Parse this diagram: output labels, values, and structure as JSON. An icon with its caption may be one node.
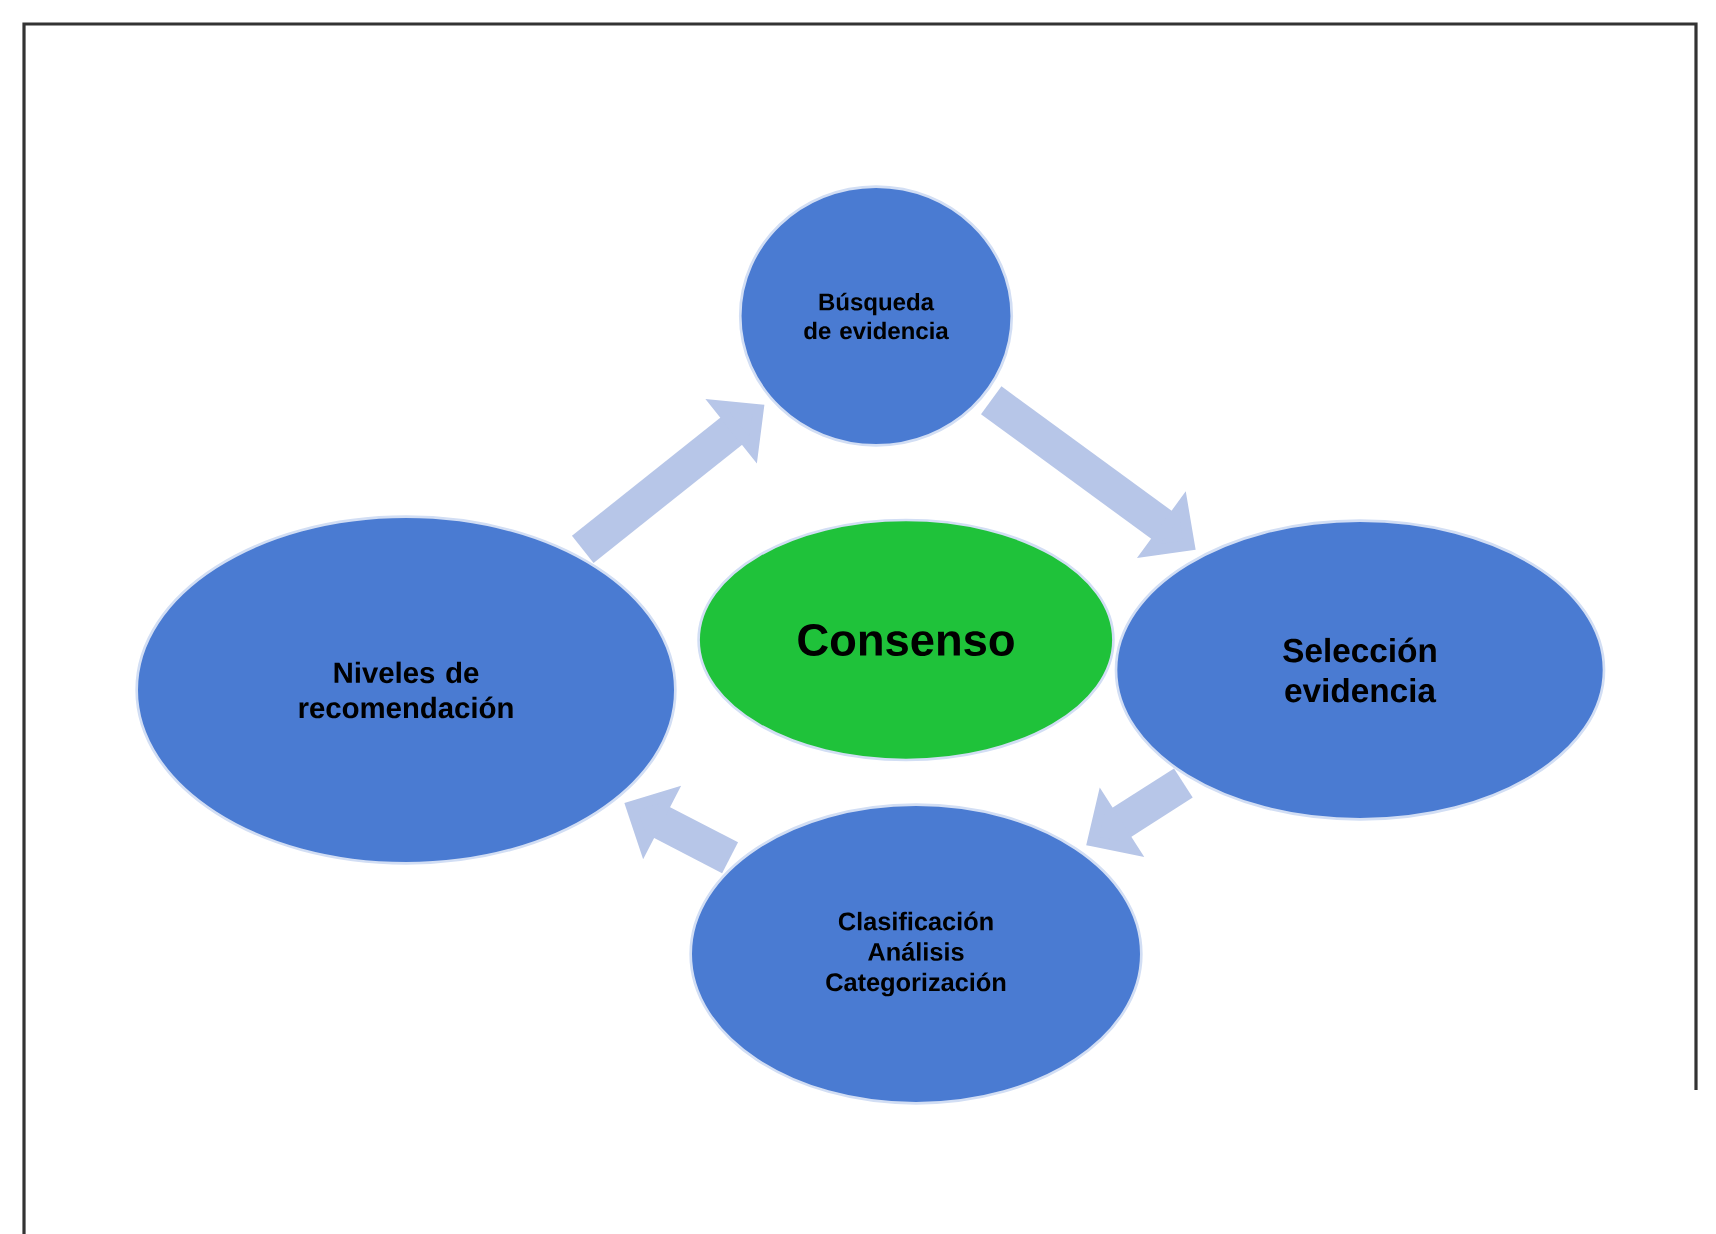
{
  "diagram": {
    "nodes": [
      {
        "text": [
          "Consenso"
        ]
      },
      {
        "text": [
          "Búsqueda de evidencia"
        ]
      },
      {
        "text": [
          "Selección evidencia"
        ]
      },
      {
        "text": [
          "Clasificación Análisis Categorización"
        ]
      },
      {
        "text": [
          "Niveles de recomendación"
        ]
      }
    ],
    "edges": [
      {
        "from": 4,
        "to": 1,
        "arrow": "to"
      },
      {
        "from": 1,
        "to": 2,
        "arrow": "to"
      },
      {
        "from": 2,
        "to": 3,
        "arrow": "to"
      },
      {
        "from": 3,
        "to": 4,
        "arrow": "to"
      }
    ]
  }
}
